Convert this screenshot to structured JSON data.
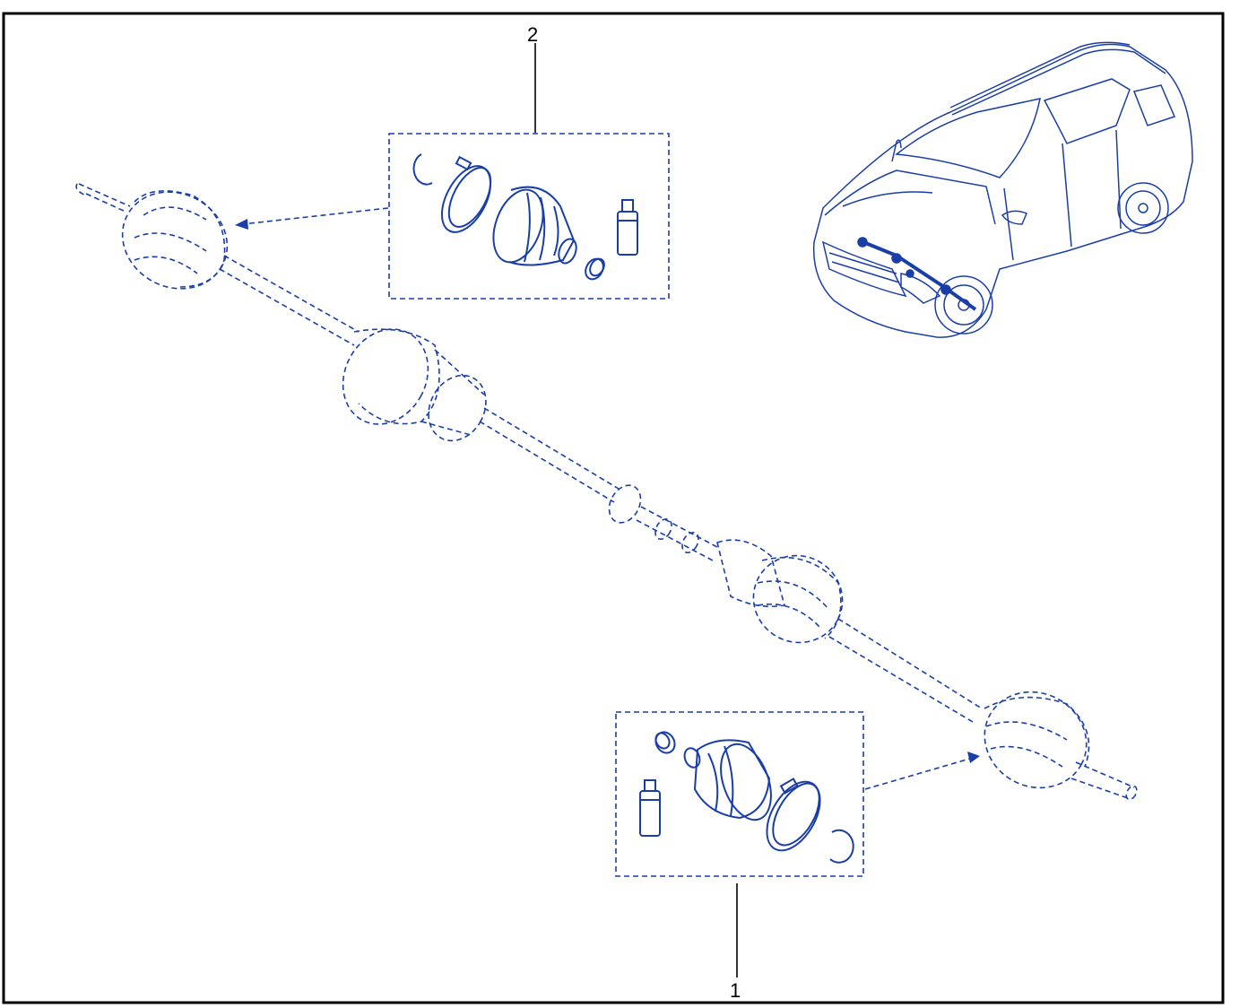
{
  "diagram": {
    "line_color": "#1a3ea8",
    "frame_color": "#000000",
    "callouts": [
      {
        "id": "callout-2",
        "text": "2"
      },
      {
        "id": "callout-1",
        "text": "1"
      }
    ],
    "parts": [
      {
        "name": "drive-shaft",
        "icon": "drive-shaft-icon"
      },
      {
        "name": "inner-joint-boot-kit",
        "icon": "boot-kit-icon"
      },
      {
        "name": "outer-joint-boot-kit",
        "icon": "boot-kit-icon"
      },
      {
        "name": "vehicle-location",
        "icon": "suv-icon"
      }
    ]
  }
}
